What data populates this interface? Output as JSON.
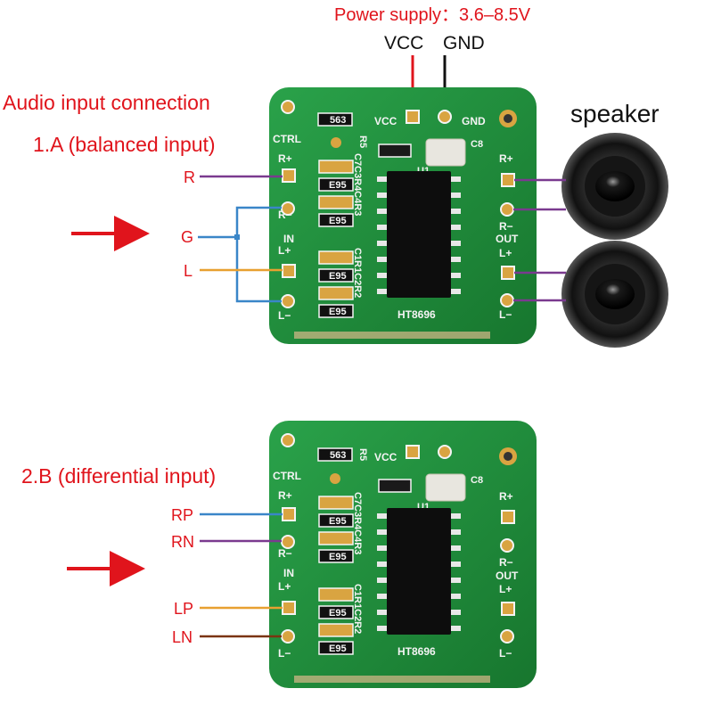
{
  "header": {
    "power_supply": "Power supply：3.6–8.5V",
    "vcc": "VCC",
    "gnd": "GND"
  },
  "section_a": {
    "title": "Audio input connection",
    "subtitle": "1.A (balanced input)",
    "inputs": [
      "R",
      "G",
      "L"
    ],
    "speaker_label": "speaker"
  },
  "section_b": {
    "title": "2.B (differential input)",
    "inputs": [
      "RP",
      "RN",
      "LP",
      "LN"
    ]
  },
  "board": {
    "ctrl": "CTRL",
    "vcc": "VCC",
    "gnd": "GND",
    "r_plus": "R+",
    "r_minus": "R−",
    "in": "IN",
    "l_plus": "L+",
    "l_minus": "L−",
    "out": "OUT",
    "chip_name": "HT8696",
    "u1": "U1",
    "c8": "C8",
    "r5": "R5",
    "c7c3r4c4r3": "C7C3R4C4R3",
    "c1r1c2r2": "C1R1C2R2",
    "res_code_a": "563",
    "res_code_b": "E95"
  },
  "colors": {
    "red": "#e0141c",
    "purple": "#7a3a8f",
    "blue": "#3a86c8",
    "orange": "#e8a030",
    "brown": "#7a3410",
    "pcb": "#1f8f3a"
  }
}
